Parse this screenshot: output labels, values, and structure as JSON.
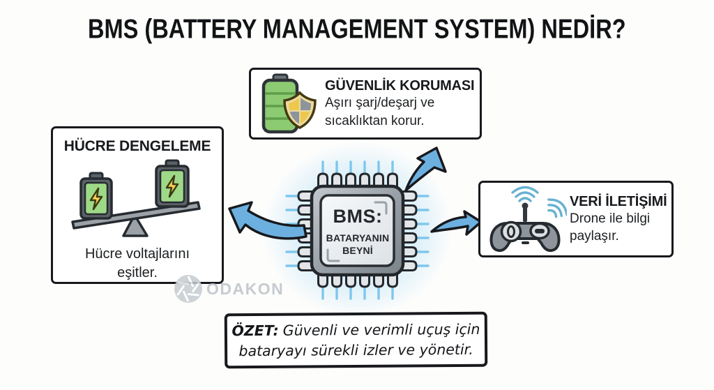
{
  "title": "BMS (BATTERY MANAGEMENT SYSTEM) NEDİR?",
  "chip": {
    "icon": "microchip-icon",
    "label_top": "BMS:",
    "label_mid": "BATARYANIN",
    "label_bottom": "BEYNİ"
  },
  "boxes": {
    "safety": {
      "heading": "GÜVENLİK KORUMASI",
      "line1": "Aşırı şarj/deşarj ve",
      "line2": "sıcaklıktan korur.",
      "icon": "battery-shield-icon"
    },
    "balance": {
      "heading": "HÜCRE DENGELEME",
      "line1": "Hücre voltajlarını",
      "line2": "eşitler.",
      "icon": "battery-seesaw-icon"
    },
    "data": {
      "heading": "VERİ İLETİŞİMİ",
      "line1": "Drone ile bilgi",
      "line2": "paylaşır.",
      "icon": "rc-controller-wifi-icon"
    }
  },
  "summary": {
    "label": "ÖZET:",
    "line1": "Güvenli ve verimli uçuş için",
    "line2": "bataryayı sürekli izler ve yönetir."
  },
  "watermark": {
    "text": "ODAKON",
    "icon": "aperture-logo-icon"
  },
  "colors": {
    "battery_green": "#8ccb72",
    "battery_green_light": "#9ed987",
    "segment_green": "#5f9e4a",
    "shield_gold": "#eec84d",
    "shield_gray": "#8d949b",
    "shield_cream": "#ecdba2",
    "bolt_yellow": "#f6cf57",
    "arrow_blue": "#6cb0e0",
    "glow_blue": "#7ec7ed",
    "wifi_teal": "#69b1d1",
    "chip_body_gray": "#aab1b8",
    "chip_panel_gray": "#eef1f3",
    "outline_dark": "#262b30",
    "watermark_gray": "#bdc3c9"
  }
}
